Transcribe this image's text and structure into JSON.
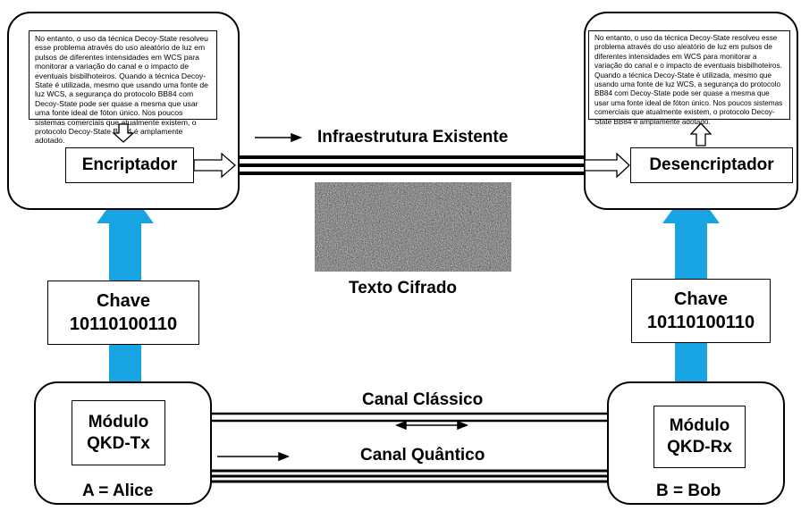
{
  "left_panel": {
    "text": "No entanto, o uso da técnica Decoy-State resolveu esse problema através do uso aleatório de luz em pulsos de diferentes intensidades em WCS para monitorar a variação do canal e o impacto de eventuais bisbilhoteiros. Quando a técnica Decoy-State é utilizada, mesmo que usando uma fonte de luz WCS, a segurança do protocolo BB84 com Decoy-State pode ser quase a mesma que usar uma fonte ideal de fóton único. Nos poucos sistemas comerciais que atualmente existem, o protocolo Decoy-State BB84 é amplamente adotado.",
    "label": "Encriptador"
  },
  "right_panel": {
    "text": "No entanto, o uso da técnica Decoy-State resolveu esse problema através do uso aleatório de luz em pulsos de diferentes intensidades em WCS para monitorar a variação do canal e o impacto de eventuais bisbilhoteiros. Quando a técnica Decoy-State é utilizada, mesmo que usando uma fonte de luz WCS, a segurança do protocolo BB84 com Decoy-State pode ser quase a mesma que usar uma fonte ideal de fóton único. Nos poucos sistemas comerciais que atualmente existem, o protocolo Decoy-State BB84 é amplamente adotado.",
    "label": "Desencriptador"
  },
  "infra_label": "Infraestrutura Existente",
  "cipher_label": "Texto Cifrado",
  "key_left": {
    "title": "Chave",
    "value": "10110100110"
  },
  "key_right": {
    "title": "Chave",
    "value": "10110100110"
  },
  "alice": {
    "module_line1": "Módulo",
    "module_line2": "QKD-Tx",
    "name": "A = Alice"
  },
  "bob": {
    "module_line1": "Módulo",
    "module_line2": "QKD-Rx",
    "name": "B = Bob"
  },
  "classic_channel_label": "Canal Clássico",
  "quantum_channel_label": "Canal Quântico",
  "colors": {
    "key_arrow": "#18a3e3",
    "line": "#000000"
  }
}
